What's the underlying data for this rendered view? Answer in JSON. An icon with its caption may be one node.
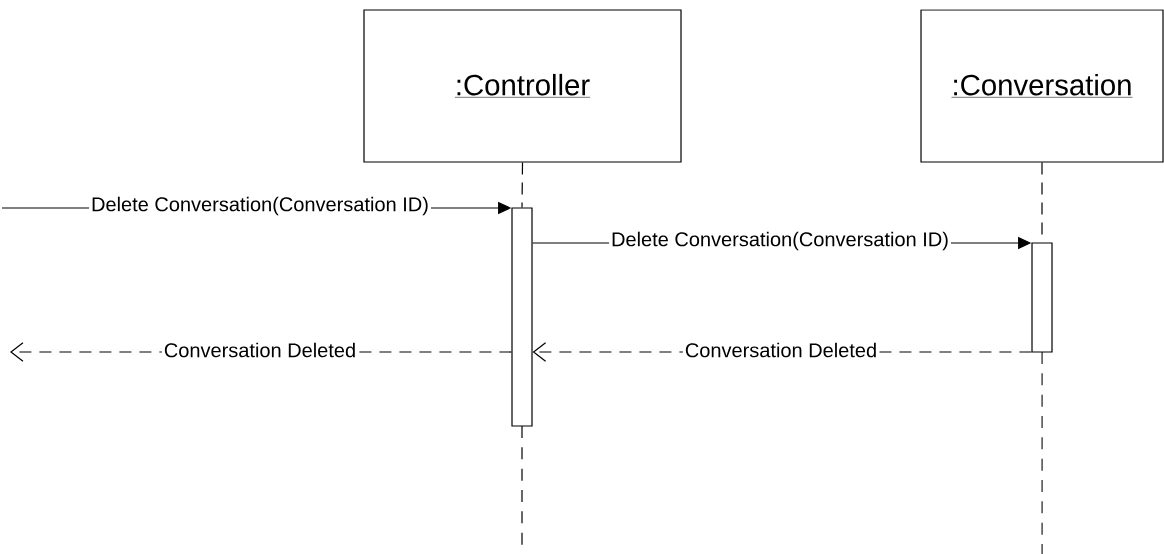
{
  "diagram": {
    "nodes": [
      {
        "text": [
          ":Controller"
        ]
      },
      {
        "text": [
          ":Conversation"
        ]
      },
      {
        "text": [],
        "shape": "bar"
      },
      {
        "text": [],
        "shape": "bar"
      }
    ],
    "edges": [
      {
        "from": null,
        "to": 2,
        "arrow": "to",
        "label": "Delete Conversation(Conversation ID)"
      },
      {
        "from": 2,
        "to": 3,
        "arrow": "to",
        "label": "Delete Conversation(Conversation ID)"
      },
      {
        "from": 3,
        "to": 2,
        "arrow": "to",
        "label": "Conversation Deleted",
        "style": "dashed"
      },
      {
        "from": 2,
        "to": null,
        "arrow": "to",
        "label": "Conversation Deleted",
        "style": "dashed"
      },
      {
        "from": 0,
        "to": 2,
        "arrow": "none",
        "style": "dashed"
      },
      {
        "from": 1,
        "to": 3,
        "arrow": "none",
        "style": "dashed"
      }
    ]
  }
}
